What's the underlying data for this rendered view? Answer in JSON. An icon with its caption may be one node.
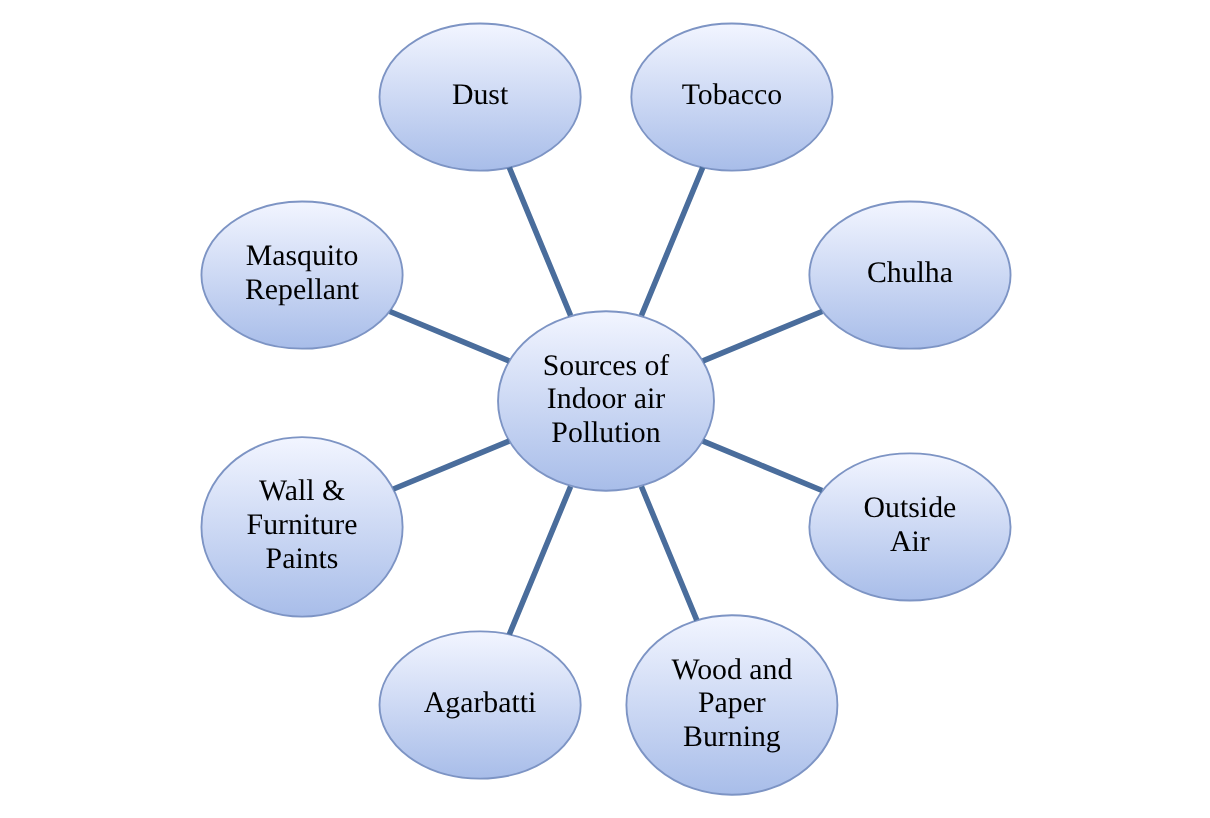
{
  "diagram": {
    "nodes": [
      {
        "text": [
          "Sources of Indoor air Pollution"
        ]
      },
      {
        "text": [
          "Chulha"
        ]
      },
      {
        "text": [
          "Tobacco"
        ]
      },
      {
        "text": [
          "Dust"
        ]
      },
      {
        "text": [
          "Masquito Repellant"
        ]
      },
      {
        "text": [
          "Wall & Furniture Paints"
        ]
      },
      {
        "text": [
          "Agarbatti"
        ]
      },
      {
        "text": [
          "Wood and Paper Burning"
        ]
      },
      {
        "text": [
          "Outside Air"
        ]
      }
    ],
    "edges": [
      {
        "from": 0,
        "to": 1,
        "arrow": "none"
      },
      {
        "from": 0,
        "to": 2,
        "arrow": "none"
      },
      {
        "from": 0,
        "to": 3,
        "arrow": "none"
      },
      {
        "from": 0,
        "to": 4,
        "arrow": "none"
      },
      {
        "from": 0,
        "to": 5,
        "arrow": "none"
      },
      {
        "from": 0,
        "to": 6,
        "arrow": "none"
      },
      {
        "from": 0,
        "to": 7,
        "arrow": "none"
      },
      {
        "from": 0,
        "to": 8,
        "arrow": "none"
      }
    ]
  }
}
